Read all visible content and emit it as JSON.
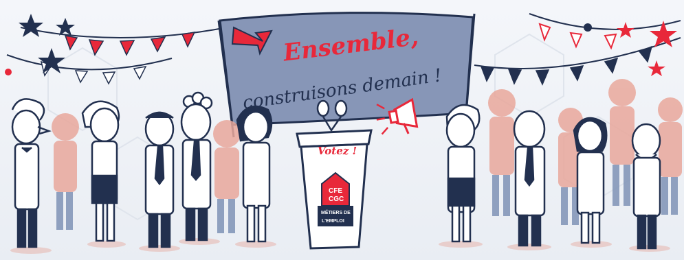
{
  "banner": {
    "line1": "Ensemble,",
    "line2": "construisons demain !"
  },
  "podium": {
    "vote_label": "Votez !",
    "logo_line1": "CFE",
    "logo_line2": "CGC",
    "logo_sub1": "MÉTIERS DE",
    "logo_sub2": "L'EMPLOI"
  },
  "colors": {
    "navy": "#22304f",
    "red": "#e8283a",
    "banner_fill": "#8796b7",
    "salmon": "#e9a89c",
    "steel": "#7f93b6"
  }
}
